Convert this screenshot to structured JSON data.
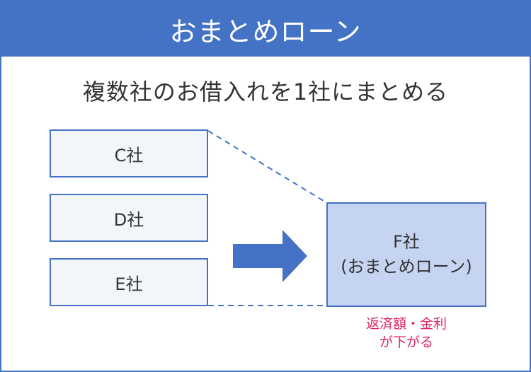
{
  "header": {
    "title": "おまとめローン"
  },
  "subtitle": "複数社のお借入れを1社にまとめる",
  "sources": [
    {
      "label": "C社"
    },
    {
      "label": "D社"
    },
    {
      "label": "E社"
    }
  ],
  "target": {
    "name": "F社",
    "subname": "(おまとめローン)"
  },
  "note": {
    "line1": "返済額・金利",
    "line2": "が下がる"
  },
  "colors": {
    "primary": "#4472c4",
    "source_fill": "#f2f6fb",
    "target_fill": "#c5d5f1",
    "note": "#e0245e",
    "text": "#333333"
  }
}
